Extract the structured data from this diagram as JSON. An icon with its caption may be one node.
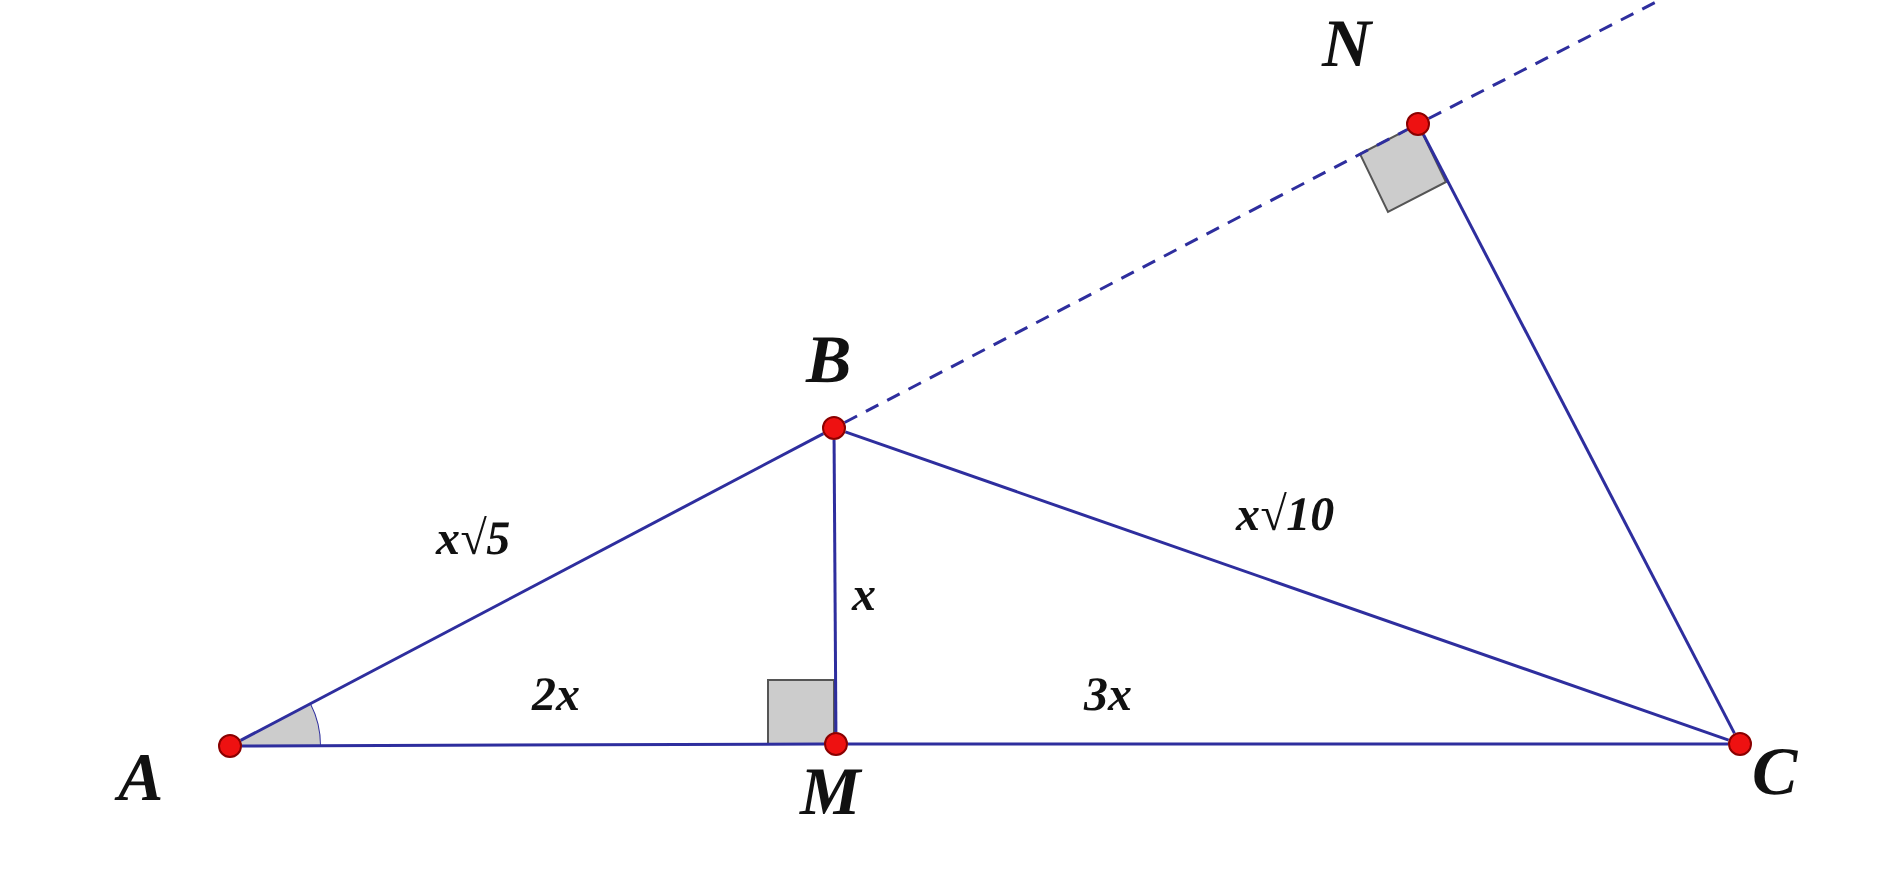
{
  "diagram": {
    "nodes": [
      {
        "text": [
          "A"
        ]
      },
      {
        "text": [
          "B"
        ]
      },
      {
        "text": [
          "M"
        ]
      },
      {
        "text": [
          "C"
        ]
      },
      {
        "text": [
          "N"
        ]
      }
    ],
    "edges": [
      {
        "from": 0,
        "to": 1,
        "arrow": "none",
        "label": "x√5"
      },
      {
        "from": 0,
        "to": 2,
        "arrow": "none",
        "label": "2x"
      },
      {
        "from": 2,
        "to": 3,
        "arrow": "none",
        "label": "3x"
      },
      {
        "from": 1,
        "to": 2,
        "arrow": "none",
        "label": "x"
      },
      {
        "from": 1,
        "to": 3,
        "arrow": "none",
        "label": "x√10"
      },
      {
        "from": 3,
        "to": 4,
        "arrow": "none"
      },
      {
        "from": 1,
        "to": 4,
        "arrow": "none",
        "style": "dashed"
      },
      {
        "from": 4,
        "to": null,
        "arrow": "none",
        "style": "dashed"
      }
    ]
  }
}
